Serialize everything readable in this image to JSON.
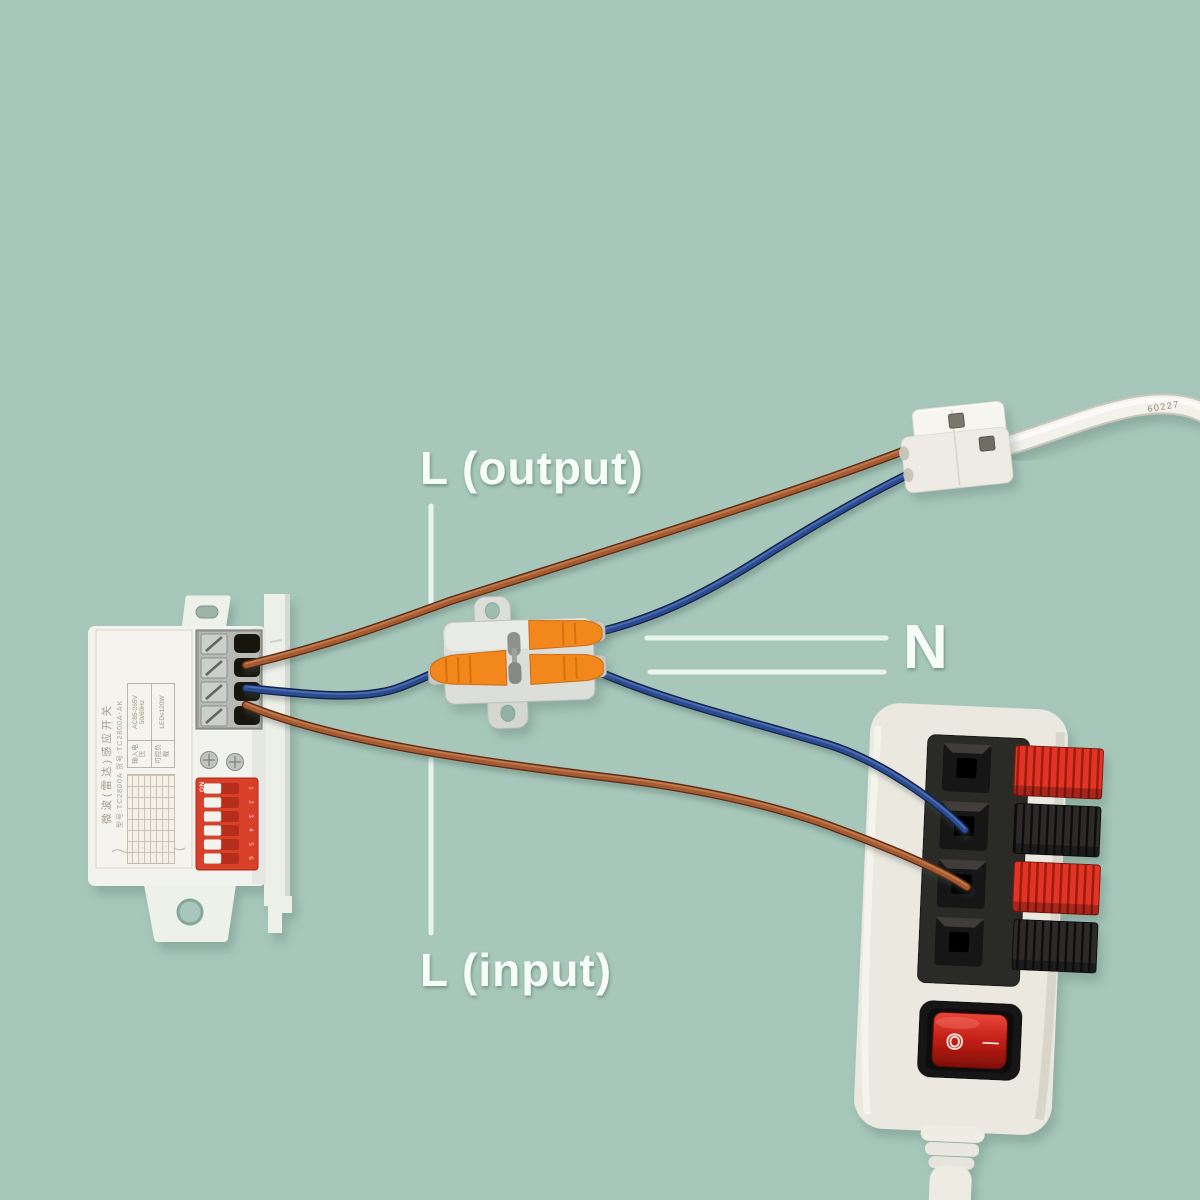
{
  "annotations": {
    "output_label": "L (output)",
    "neutral_label": "N",
    "input_label": "L (input)"
  },
  "sensor_module": {
    "label_title": "微波(雷达)感应开关",
    "label_model": "型号:TC2800A 货号:TC2800A-AK",
    "spec_table": [
      {
        "param": "输入电压",
        "value": "AC85-265V 50/60Hz"
      },
      {
        "param": "可控负载",
        "value": "LED≤120W"
      }
    ],
    "dip_switch": {
      "on_label": "ON",
      "positions": [
        "1",
        "2",
        "3",
        "4",
        "5",
        "6"
      ]
    }
  },
  "power_strip": {
    "rocker": {
      "off_symbol": "O",
      "on_symbol": "—"
    }
  },
  "output_cable": {
    "print_text": "60227"
  },
  "colors": {
    "background": "#a7c7bb",
    "wire_live_brown": "#a65b31",
    "wire_neutral_blue": "#2c4d92",
    "connector_lever_orange": "#f2871c",
    "dip_switch_red": "#d8402c",
    "terminal_clip_red": "#e23425",
    "rocker_red": "#c2271c"
  }
}
